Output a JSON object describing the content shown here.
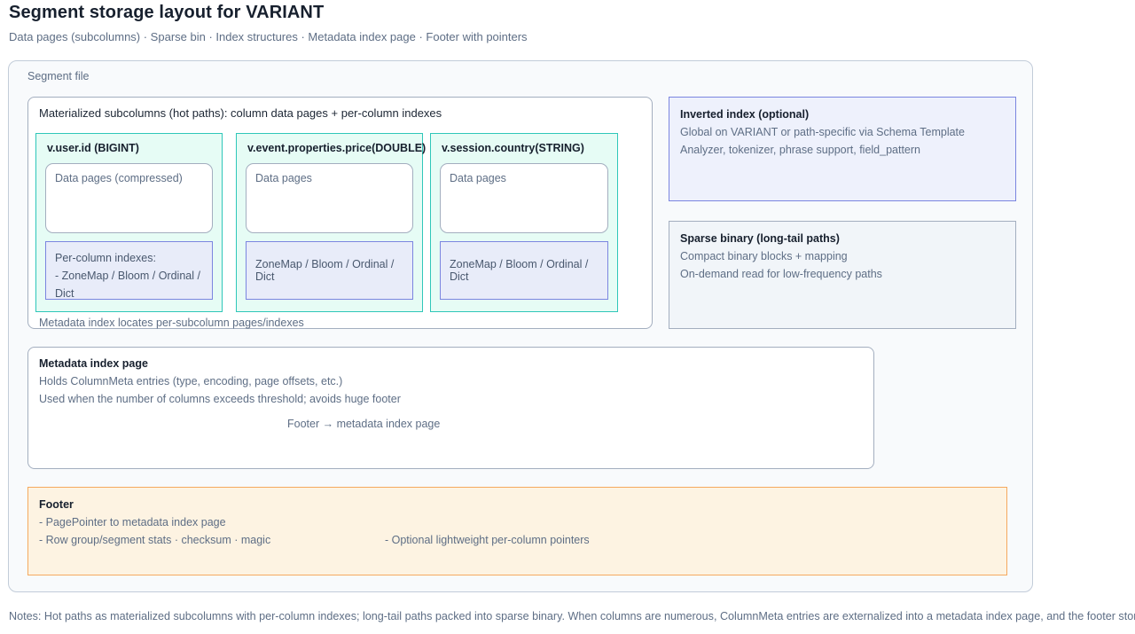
{
  "page": {
    "title": "Segment storage layout for VARIANT",
    "subtitle": "Data pages (subcolumns) · Sparse bin · Index structures · Metadata index page · Footer with pointers",
    "note": "Notes: Hot paths as materialized subcolumns with per-column indexes; long-tail paths packed into sparse binary. When columns are numerous, ColumnMeta entries are externalized into a metadata index page, and the footer stores a pointer."
  },
  "segment_file": {
    "label": "Segment file",
    "materialized": {
      "title": "Materialized subcolumns (hot paths): column data pages + per-column indexes",
      "caption": "Metadata index locates per-subcolumn pages/indexes",
      "columns": [
        {
          "header": "v.user.id (BIGINT)",
          "data_pages": "Data pages (compressed)",
          "indexes_line1": "Per-column indexes:",
          "indexes_line2": "- ZoneMap / Bloom / Ordinal / Dict"
        },
        {
          "header": "v.event.properties.price(DOUBLE)",
          "data_pages": "Data pages",
          "indexes": "ZoneMap / Bloom / Ordinal / Dict"
        },
        {
          "header": "v.session.country(STRING)",
          "data_pages": "Data pages",
          "indexes": "ZoneMap / Bloom / Ordinal / Dict"
        }
      ]
    },
    "inverted_index": {
      "title": "Inverted index (optional)",
      "line1": "Global on VARIANT or path-specific via Schema Template",
      "line2": "Analyzer, tokenizer, phrase support, field_pattern"
    },
    "sparse_binary": {
      "title": "Sparse binary (long-tail paths)",
      "line1": "Compact binary blocks + mapping",
      "line2": "On-demand read for low-frequency paths"
    },
    "metadata_index_page": {
      "title": "Metadata index page",
      "line1": "Holds ColumnMeta entries (type, encoding, page offsets, etc.)",
      "line2": "Used when the number of columns exceeds threshold; avoids huge footer",
      "pointer_note": "Footer → metadata index page"
    },
    "footer": {
      "title": "Footer",
      "line1": "- PagePointer to metadata index page",
      "line2_left": "- Row group/segment stats · checksum · magic",
      "line2_right": "- Optional lightweight per-column pointers"
    }
  },
  "colors": {
    "hot_path_border": "#2fc7b9",
    "hot_path_fill": "#e6fcf5",
    "index_border": "#7b85e0",
    "index_fill": "#e8ecf9",
    "inverted_fill": "#eef1fc",
    "sparse_fill": "#f1f5f9",
    "footer_border": "#f5a95f",
    "footer_fill": "#fdf3e2",
    "muted_text": "#5e6e85",
    "dark_text": "#17202e"
  }
}
